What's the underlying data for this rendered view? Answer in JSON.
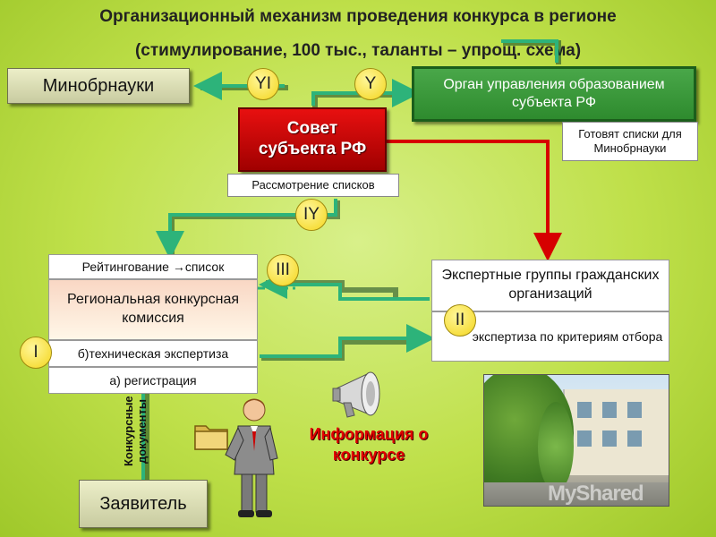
{
  "title": {
    "line1": "Организационный механизм проведения конкурса в регионе",
    "line2": "(стимулирование, 100 тыс., таланты – упрощ. схема)"
  },
  "boxes": {
    "ministry": "Минобрнауки",
    "authority": "Орган управления образованием субъекта РФ",
    "lists_note": "Готовят списки для Минобрнауки",
    "council": "Совет субъекта РФ",
    "review": "Рассмотрение списков",
    "rating": "Рейтингование →список",
    "commission": "Региональная конкурсная комиссия",
    "tech_expertise": "б)техническая экспертиза",
    "registration": "а) регистрация",
    "expert_groups": "Экспертные группы гражданских организаций",
    "criteria_expertise": "экспертиза по критериям отбора",
    "applicant": "Заявитель",
    "documents": "Конкурсные документы",
    "info": "Информация о конкурсе"
  },
  "markers": {
    "i": "I",
    "ii": "II",
    "iii": "III",
    "iv": "IY",
    "v": "Y",
    "vi": "YI"
  },
  "watermark": "MyShared",
  "colors": {
    "background": "#bfe04a",
    "arrow_green": "#2db37a",
    "arrow_red": "#d60000",
    "green_box": "#2e8b2e",
    "red_box": "#c00000",
    "marker": "#f4d51c"
  },
  "icons": [
    "folder-icon",
    "businessman-icon",
    "megaphone-icon",
    "school-building-photo"
  ]
}
